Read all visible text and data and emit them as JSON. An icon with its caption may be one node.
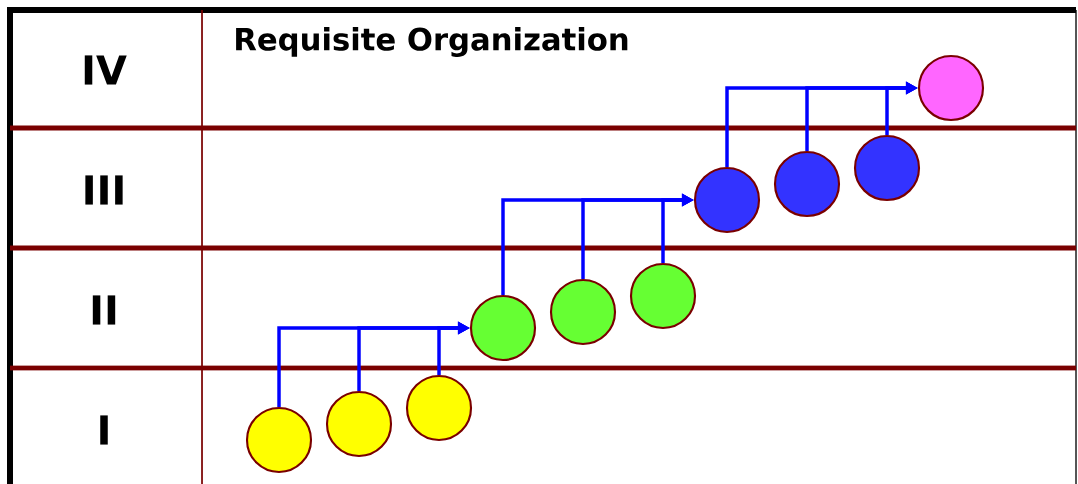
{
  "diagram": {
    "title": "Requisite Organization",
    "nodes": [
      {
        "text": [],
        "shape": "circle"
      },
      {
        "text": [],
        "shape": "circle"
      },
      {
        "text": [],
        "shape": "circle"
      },
      {
        "text": [],
        "shape": "circle"
      },
      {
        "text": [],
        "shape": "circle"
      },
      {
        "text": [],
        "shape": "circle"
      },
      {
        "text": [],
        "shape": "circle"
      },
      {
        "text": [],
        "shape": "circle"
      },
      {
        "text": [],
        "shape": "circle"
      },
      {
        "text": [],
        "shape": "circle"
      }
    ],
    "edges": [
      {
        "from": 0,
        "to": 3,
        "arrow": "to"
      },
      {
        "from": 1,
        "to": 3,
        "arrow": "to"
      },
      {
        "from": 2,
        "to": 3,
        "arrow": "to"
      },
      {
        "from": 3,
        "to": 6,
        "arrow": "to"
      },
      {
        "from": 4,
        "to": 6,
        "arrow": "to"
      },
      {
        "from": 5,
        "to": 6,
        "arrow": "to"
      },
      {
        "from": 6,
        "to": 9,
        "arrow": "to"
      },
      {
        "from": 7,
        "to": 9,
        "arrow": "to"
      },
      {
        "from": 8,
        "to": 9,
        "arrow": "to"
      }
    ],
    "labels": [
      "IV",
      "III",
      "II",
      "I"
    ]
  }
}
